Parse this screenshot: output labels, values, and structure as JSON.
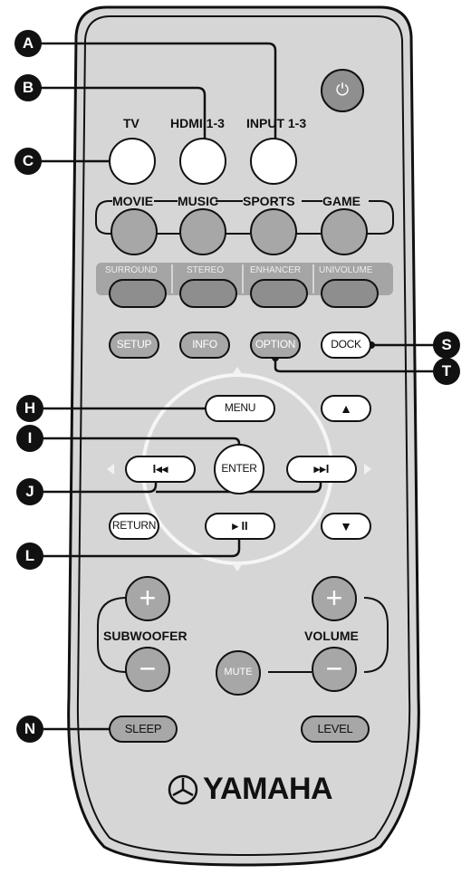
{
  "callouts": {
    "a": "A",
    "b": "B",
    "c": "C",
    "s": "S",
    "t": "T",
    "h": "H",
    "i": "I",
    "j": "J",
    "l": "L",
    "n": "N"
  },
  "input_labels": {
    "tv": "TV",
    "hdmi": "HDMI 1-3",
    "input": "INPUT 1-3"
  },
  "mode_labels": {
    "movie": "MOVIE",
    "music": "MUSIC",
    "sports": "SPORTS",
    "game": "GAME"
  },
  "sound_labels": {
    "surround": "SURROUND",
    "stereo": "STEREO",
    "enhancer": "ENHANCER",
    "univolume": "UNIVOLUME"
  },
  "buttons": {
    "setup": "SETUP",
    "info": "INFO",
    "option": "OPTION",
    "dock": "DOCK",
    "menu": "MENU",
    "enter": "ENTER",
    "return": "RETURN",
    "mute": "MUTE",
    "sleep": "SLEEP",
    "level": "LEVEL",
    "plus": "+",
    "minus": "−",
    "up": "▲",
    "down": "▼",
    "prev": "I◂◂",
    "next": "▸▸I",
    "play": "▸ II",
    "power": "⏻"
  },
  "labels": {
    "subwoofer": "SUBWOOFER",
    "volume": "VOLUME"
  },
  "brand": {
    "name": "YAMAHA",
    "emblem": "yamaha-tuning-fork-icon"
  },
  "colors": {
    "body": "#d6d6d6",
    "outline": "#111111",
    "callout": "#111111",
    "button_grey": "#a7a7a7"
  }
}
